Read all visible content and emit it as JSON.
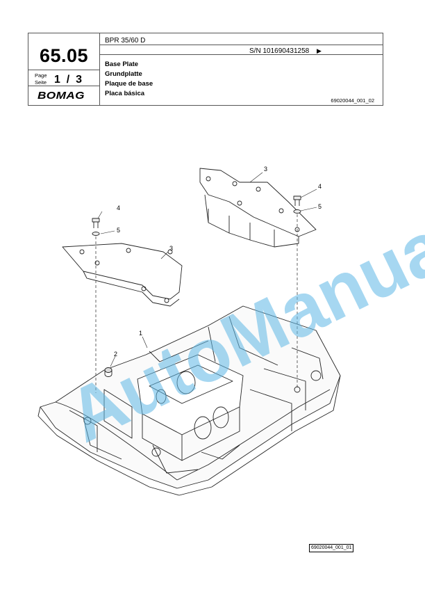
{
  "header": {
    "section_number": "65.05",
    "page_label_en": "Page",
    "page_label_de": "Seite",
    "page_number": "1  /  3",
    "logo_text": "BOMAG",
    "model": "BPR 35/60 D",
    "serial": "S/N 101690431258",
    "titles": [
      "Base Plate",
      "Grundplatte",
      "Plaque de base",
      "Placa básica"
    ],
    "doc_ref": "69020044_001_02"
  },
  "drawing": {
    "callouts": [
      "1",
      "2",
      "3",
      "3",
      "4",
      "4",
      "5",
      "5"
    ],
    "figure_ref": "69020044_001_01"
  },
  "watermark": {
    "text": "AutoManual",
    "color": "#5fb8e6"
  }
}
